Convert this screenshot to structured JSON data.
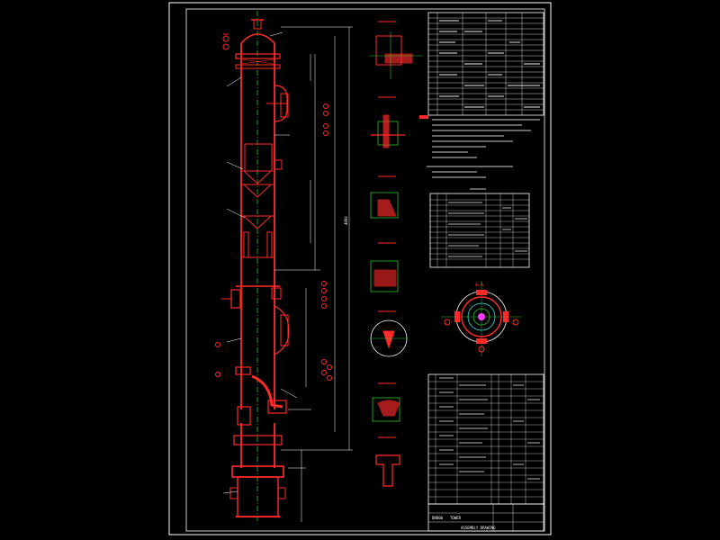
{
  "drawing": {
    "colors": {
      "background": "#000000",
      "frame": "#ffffff",
      "vessel": "#ff2a2a",
      "centerline": "#2fbf2f",
      "dimension": "#ffffff",
      "hatch": "#ff2a2a",
      "accent_magenta": "#ff3cff",
      "accent_yellow": "#ffd400",
      "accent_cyan": "#37e0e0"
    },
    "main_dimension_label": "4860",
    "section_view_label": "A-A",
    "title_block": {
      "text_1": "DN800",
      "text_2": "TOWER",
      "text_3": "ASSEMBLY DRAWING"
    }
  }
}
